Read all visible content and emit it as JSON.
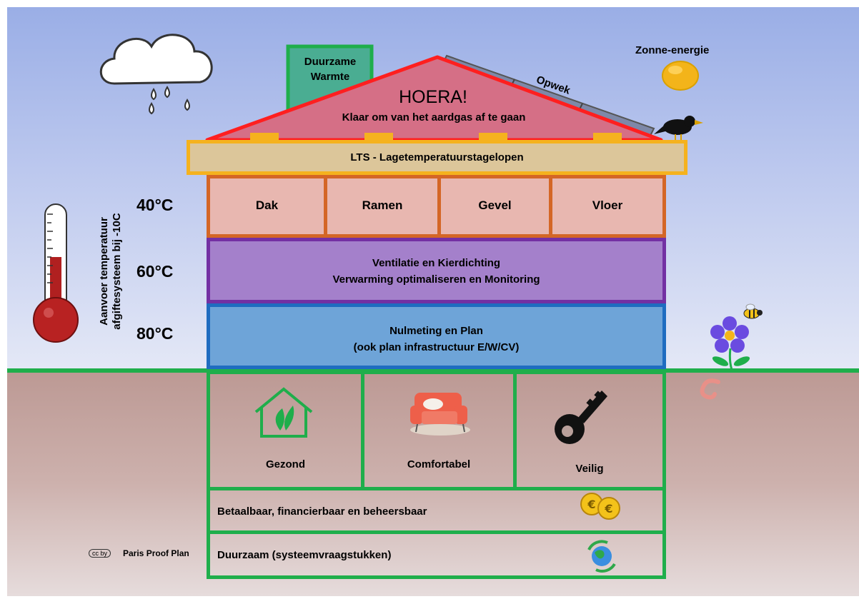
{
  "roof": {
    "title": "HOERA!",
    "subtitle": "Klaar om van het aardgas af te gaan",
    "chimney_line1": "Duurzame",
    "chimney_line2": "Warmte",
    "solar_label": "Opwek"
  },
  "sun_label": "Zonne-energie",
  "lts_label": "LTS - Lagetemperatuurstagelopen",
  "insulation": [
    "Dak",
    "Ramen",
    "Gevel",
    "Vloer"
  ],
  "ventilation": {
    "line1": "Ventilatie en Kierdichting",
    "line2": "Verwarming optimaliseren en Monitoring"
  },
  "base": {
    "line1": "Nulmeting en Plan",
    "line2": "(ook plan infrastructuur E/W/CV)"
  },
  "temps": [
    "40°C",
    "60°C",
    "80°C"
  ],
  "thermo_label": {
    "line1": "Aanvoer temperatuur",
    "line2": "afgiftesysteem bij -10C"
  },
  "foundation": [
    "Gezond",
    "Comfortabel",
    "Veilig"
  ],
  "betaalbaar": "Betaalbaar, financierbaar en beheersbaar",
  "duurzaam": "Duurzaam (systeemvraagstukken)",
  "credit": "Paris Proof Plan",
  "credit_cc": "cc by",
  "colors": {
    "roof": "#d56f86",
    "roof_outline": "#ff1f1f",
    "lts": "#dcc69a",
    "lts_border": "#f5b21e",
    "insulation": "#e8b7b0",
    "insulation_border": "#d46626",
    "ventilation": "#a480cb",
    "ventilation_border": "#7330a3",
    "base": "#6ea4d8",
    "base_border": "#1f6cc0",
    "ground_line": "#1fae4b",
    "foundation_border": "#1fae4b"
  }
}
